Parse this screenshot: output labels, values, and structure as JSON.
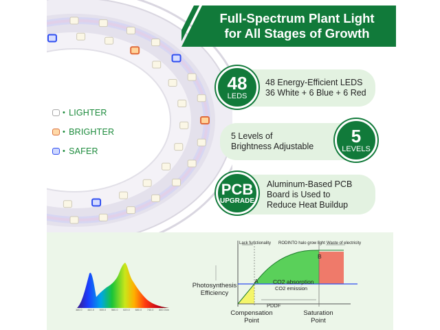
{
  "banner": {
    "line1": "Full-Spectrum Plant Light",
    "line2": "for All Stages of Growth",
    "color": "#117a3a"
  },
  "legend": [
    {
      "label": "LIGHTER",
      "chip": "#f3efe0"
    },
    {
      "label": "BRIGHTER",
      "chip": "#ff6a4a"
    },
    {
      "label": "SAFER",
      "chip": "#3a5cff"
    }
  ],
  "features": {
    "leds": {
      "badge_big": "48",
      "badge_small": "LEDS",
      "line1": "48 Energy-Efficient LEDS",
      "line2": "36 White + 6 Blue + 6 Red"
    },
    "levels": {
      "badge_big": "5",
      "badge_small": "LEVELS",
      "line1": "5 Levels of",
      "line2": "Brightness Adjustable"
    },
    "pcb": {
      "badge_big": "PCB",
      "badge_small": "UPGRADE",
      "line1": "Aluminum-Based PCB",
      "line2": "Board is Used to",
      "line3": "Reduce Heat Buildup"
    }
  },
  "spectrum": {
    "ticks": [
      "380.0",
      "440.0",
      "500.0",
      "560.0",
      "620.0",
      "680.0",
      "740.0",
      "800.0nm"
    ]
  },
  "curve": {
    "lack": "Lack functionality",
    "rodinto": "RODINTO halo grow light",
    "waste": "Waste of electricity",
    "point_a": "A",
    "point_b": "B",
    "co2_absorption": "CO2 absorption",
    "co2_emission": "CO2 emission",
    "pddf": "PDDF",
    "y_label": "Photosynthesis\nEfficiency",
    "compensation": "Compensation\nPoint",
    "saturation": "Saturation\nPoint"
  }
}
